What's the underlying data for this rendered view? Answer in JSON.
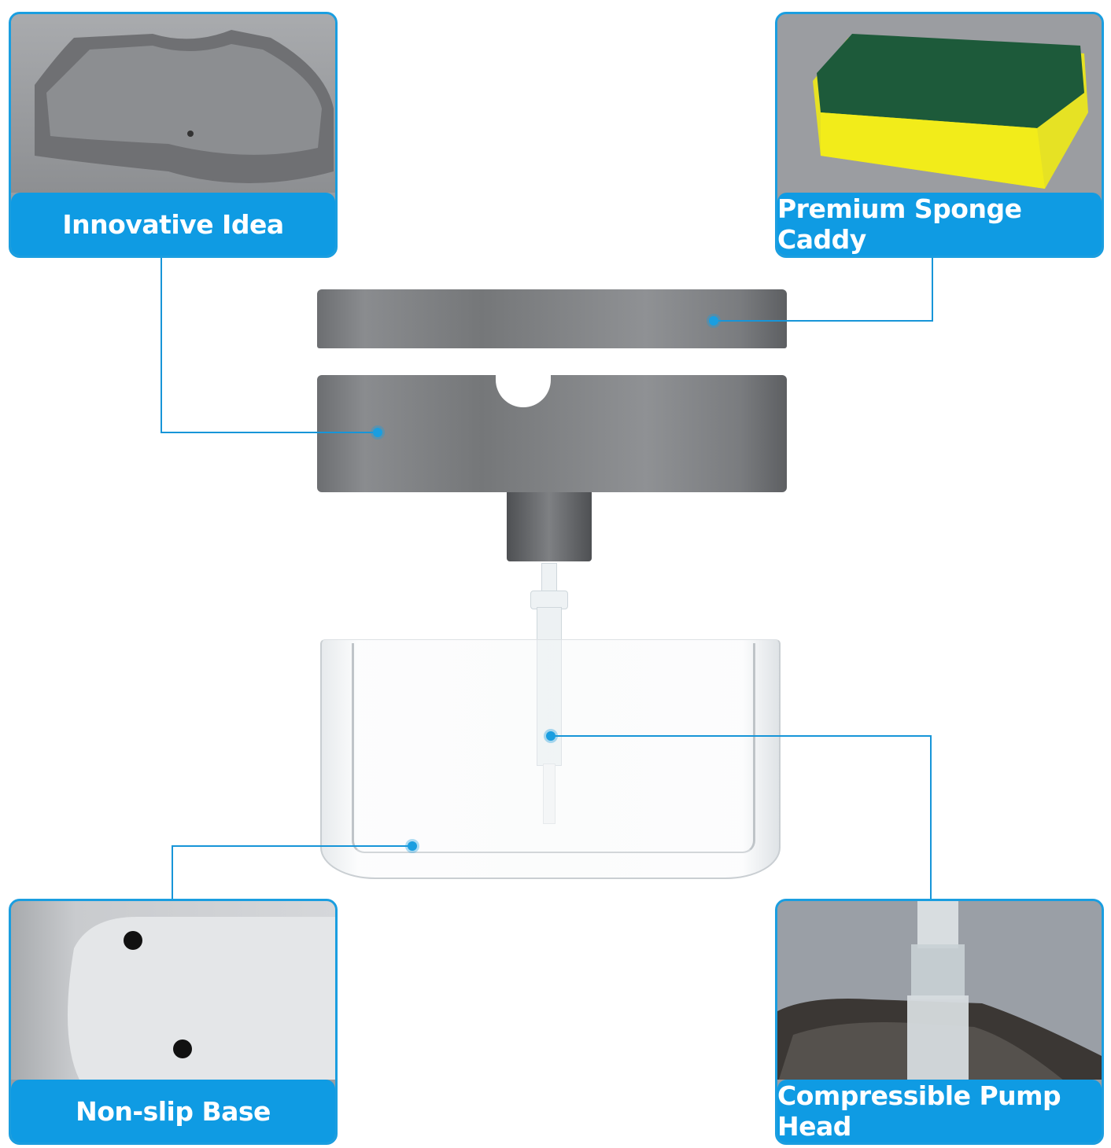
{
  "diagram": {
    "subject": "Soap dispenser with sponge caddy - exploded view",
    "accent_color": "#0f9be3",
    "panels": [
      {
        "id": "top-left",
        "label": "Innovative Idea",
        "photo": "gray sponge tray top view"
      },
      {
        "id": "top-right",
        "label": "Premium Sponge Caddy",
        "photo": "green and yellow sponge"
      },
      {
        "id": "bottom-left",
        "label": "Non-slip Base",
        "photo": "white base with rubber feet"
      },
      {
        "id": "bottom-right",
        "label": "Compressible Pump Head",
        "photo": "clear pump with spring"
      }
    ],
    "parts": [
      {
        "name": "sponge-tray-lid",
        "color": "#7d7f82"
      },
      {
        "name": "pump-housing",
        "color": "#7b7d80"
      },
      {
        "name": "pump-nozzle",
        "color": "#6a6c6f"
      },
      {
        "name": "pump-mechanism",
        "color": "#e8eef2"
      },
      {
        "name": "clear-soap-reservoir",
        "color": "#f2f4f6"
      }
    ]
  }
}
